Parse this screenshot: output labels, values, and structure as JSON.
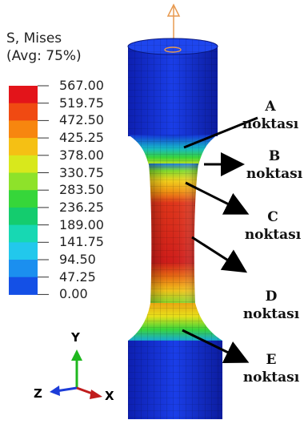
{
  "legend": {
    "title_line1": "S, Mises",
    "title_line2": "(Avg: 75%)",
    "ticks": [
      "567.00",
      "519.75",
      "472.50",
      "425.25",
      "378.00",
      "330.75",
      "283.50",
      "236.25",
      "189.00",
      "141.75",
      "94.50",
      "47.25",
      "0.00"
    ],
    "colors": [
      "#e3141a",
      "#f04a12",
      "#f7860f",
      "#f5c014",
      "#d8e81c",
      "#8ee22a",
      "#36d63a",
      "#14cc6e",
      "#17d8b3",
      "#22c8ec",
      "#1b8fef",
      "#1450e6"
    ]
  },
  "annotations": [
    {
      "letter": "A",
      "word": "noktası"
    },
    {
      "letter": "B",
      "word": "noktası"
    },
    {
      "letter": "C",
      "word": "noktası"
    },
    {
      "letter": "D",
      "word": "noktası"
    },
    {
      "letter": "E",
      "word": "noktası"
    }
  ],
  "axes": {
    "y": "Y",
    "z": "Z",
    "x": "X"
  },
  "model_colors": {
    "low": "#1432d8",
    "mid": "#f5c014",
    "high": "#c81818"
  }
}
